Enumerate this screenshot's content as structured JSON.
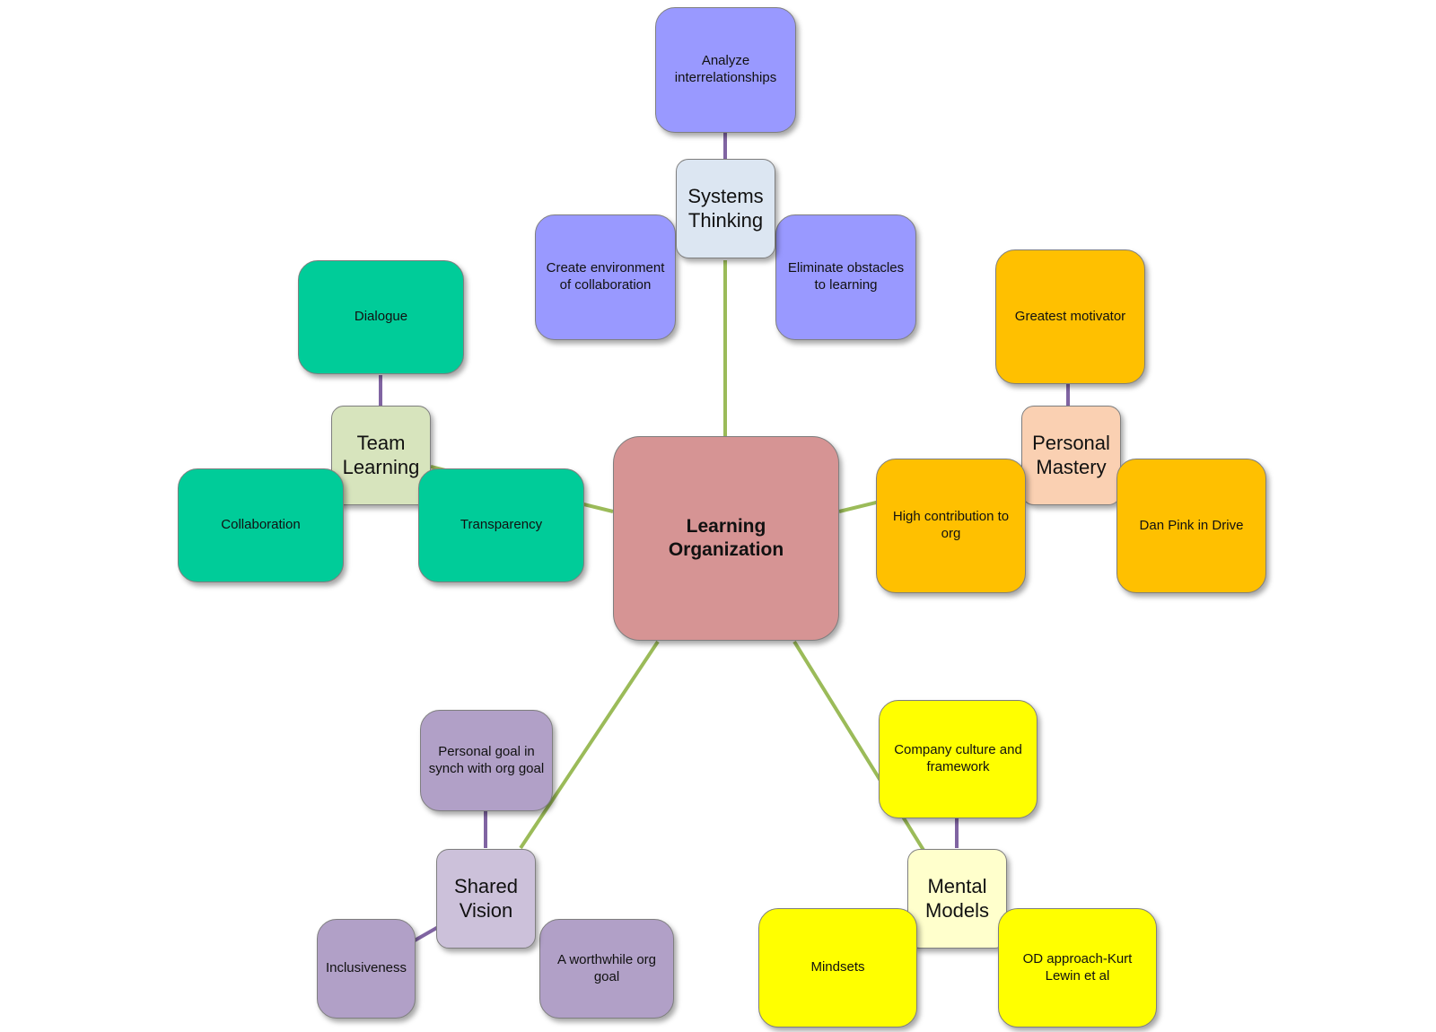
{
  "colors": {
    "center": "#d69494",
    "systems_hub": "#dce6f2",
    "systems_leaf": "#9999ff",
    "team_hub": "#d7e4bd",
    "team_leaf": "#00cc99",
    "personal_hub": "#fad0b2",
    "personal_leaf": "#ffc000",
    "vision_hub": "#ccc1da",
    "vision_leaf": "#b1a0c7",
    "mental_hub": "#ffffcc",
    "mental_leaf": "#ffff00",
    "main_link": "#9bbb59",
    "sub_link": "#8064a2"
  },
  "center": {
    "label": "Learning\nOrganization"
  },
  "systems": {
    "hub": "Systems\nThinking",
    "leaves": [
      "Analyze\ninterrelationships",
      "Create environment\nof collaboration",
      "Eliminate obstacles\nto learning"
    ]
  },
  "team": {
    "hub": "Team\nLearning",
    "leaves": [
      "Dialogue",
      "Collaboration",
      "Transparency"
    ]
  },
  "personal": {
    "hub": "Personal\nMastery",
    "leaves": [
      "Greatest motivator",
      "High contribution to\norg",
      "Dan Pink in Drive"
    ]
  },
  "vision": {
    "hub": "Shared\nVision",
    "leaves": [
      "Personal goal in\nsynch with org goal",
      "Inclusiveness",
      "A worthwhile org\ngoal"
    ]
  },
  "mental": {
    "hub": "Mental\nModels",
    "leaves": [
      "Company culture and\nframework",
      "Mindsets",
      "OD approach-Kurt\nLewin et al"
    ]
  }
}
